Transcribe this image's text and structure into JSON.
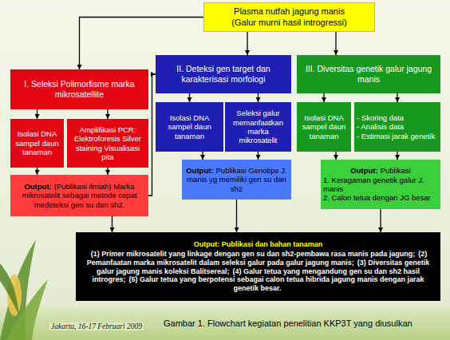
{
  "diagram": {
    "caption": "Gambar 1. Flowchart kegiatan penelitian KKP3T yang diusulkan",
    "nodes": [
      {
        "text": [
          "Plasma nutfah jagung manis",
          "(Galur murni hasil introgressi)"
        ]
      },
      {
        "text": [
          "I. Seleksi Polimorfisme marka mikrosatellite"
        ]
      },
      {
        "text": [
          "II. Deteksi gen target dan karakterisasi morfologi"
        ]
      },
      {
        "text": [
          "III. Diversitas genetik galur jagung manis"
        ]
      },
      {
        "text": [
          "Isolasi DNA sampel daun tanaman"
        ]
      },
      {
        "text": [
          "Amplifikasi PCR:",
          "Elektroforesis Silver staining Visualisasi pita"
        ]
      },
      {
        "text": [
          "Output:",
          "(Publikasi ilmiah) Marka mikrosatelit sebagai metode cepat medeteksi gen su dan sh2."
        ]
      },
      {
        "text": [
          "Isolasi DNA sampel daun tanaman"
        ]
      },
      {
        "text": [
          "Seleksi galur memanfaatkan marka mikrosatelit"
        ]
      },
      {
        "text": [
          "Output:",
          "Publikasi Genotipe J. manis yg memiliki gen su dan sh2"
        ]
      },
      {
        "text": [
          "Isolasi DNA sampel daun tanaman"
        ]
      },
      {
        "text": [
          "- Skoring data",
          "- Analisis data",
          "- Estimasi jarak genetik"
        ]
      },
      {
        "text": [
          "Output:",
          "Publikasi",
          "1. Keragaman genetik galur J. manis",
          "2. Calon tetua dengan JG besar"
        ]
      },
      {
        "text": [
          "Output: Publikasi dan bahan tanaman",
          "(1) Primer mikrosatelit yang linkage dengan gen su dan sh2-pembawa rasa manis pada jagung;",
          "(2) Pemanfaatan marka mikrosatelit dalam seleksi galur pada galur jagung manis;",
          "(3) Diversitas genetik galur jagung manis koleksi Balitsereal;",
          "(4) Galur tetua yang mengandung gen su dan sh2 hasil introgres;",
          "(5) Galur tetua yang berpotensi sebagai calon tetua hibrida jagung manis dengan jarak genetik besar."
        ]
      }
    ],
    "edges": [
      {
        "from": 0,
        "to": 1,
        "arrow": "to"
      },
      {
        "from": 0,
        "to": 2,
        "arrow": "to"
      },
      {
        "from": 0,
        "to": 3,
        "arrow": "to"
      },
      {
        "from": 1,
        "to": 4,
        "arrow": "to"
      },
      {
        "from": 1,
        "to": 5,
        "arrow": "to"
      },
      {
        "from": 4,
        "to": 6,
        "arrow": "to"
      },
      {
        "from": 5,
        "to": 6,
        "arrow": "to"
      },
      {
        "from": 6,
        "to": 2,
        "arrow": "to"
      },
      {
        "from": 2,
        "to": 7,
        "arrow": "to"
      },
      {
        "from": 2,
        "to": 8,
        "arrow": "to"
      },
      {
        "from": 7,
        "to": 9,
        "arrow": "to"
      },
      {
        "from": 8,
        "to": 9,
        "arrow": "to"
      },
      {
        "from": 3,
        "to": 10,
        "arrow": "to"
      },
      {
        "from": 3,
        "to": 11,
        "arrow": "to"
      },
      {
        "from": 10,
        "to": 12,
        "arrow": "to"
      },
      {
        "from": 11,
        "to": 12,
        "arrow": "to"
      },
      {
        "from": 6,
        "to": 13,
        "arrow": "to"
      },
      {
        "from": 9,
        "to": 13,
        "arrow": "to"
      },
      {
        "from": 12,
        "to": 13,
        "arrow": "to"
      }
    ],
    "labels": [
      "Jakarta, 16-17 Februari 2009"
    ]
  }
}
